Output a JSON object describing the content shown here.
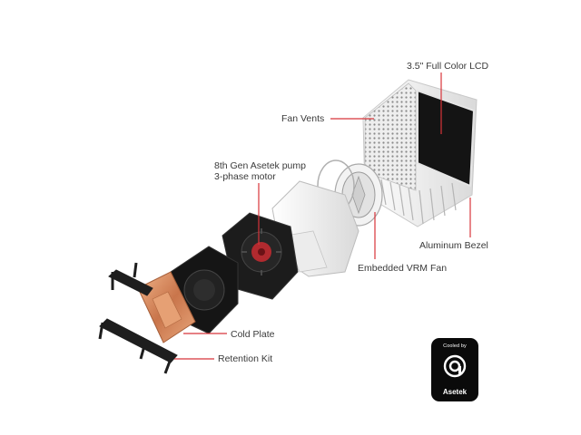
{
  "labels": {
    "lcd": "3.5\" Full Color LCD",
    "fan_vents": "Fan Vents",
    "pump": "8th Gen Asetek pump\n3-phase motor",
    "aluminum_bezel": "Aluminum Bezel",
    "vrm_fan": "Embedded VRM Fan",
    "cold_plate": "Cold Plate",
    "retention_kit": "Retention Kit"
  },
  "badge": {
    "top_text": "Cooled by",
    "brand": "Asetek"
  },
  "colors": {
    "leader_line": "#d8343a",
    "label_text": "#3a3a3a",
    "badge_bg": "#0a0a0a"
  }
}
